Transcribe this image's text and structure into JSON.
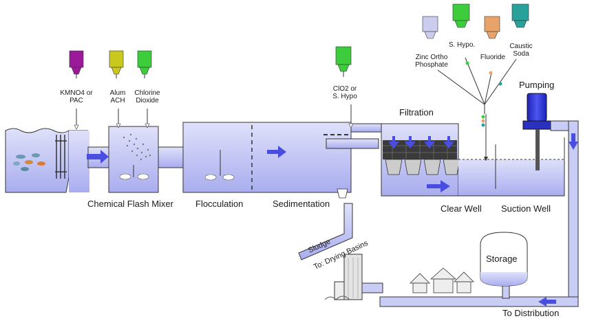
{
  "stages": {
    "flash_mixer": "Chemical Flash Mixer",
    "flocculation": "Flocculation",
    "sedimentation": "Sedimentation",
    "filtration": "Filtration",
    "clear_well": "Clear Well",
    "suction_well": "Suction Well",
    "pumping": "Pumping",
    "storage": "Storage",
    "to_distribution": "To Distribution",
    "sludge": "Sludge",
    "to_drying_basins": "To: Drying Basins"
  },
  "chemicals": [
    {
      "label": "KMNO4 or\nPAC",
      "color": "#9a1a9a"
    },
    {
      "label": "Alum\nACH",
      "color": "#c8c81e"
    },
    {
      "label": "Chlorine\nDioxide",
      "color": "#3ccc3c"
    },
    {
      "label": "ClO2 or\nS. Hypo",
      "color": "#3ccc3c"
    },
    {
      "label": "Zinc Ortho\nPhosphate",
      "color": "#ccccee"
    },
    {
      "label": "S. Hypo.",
      "color": "#3ccc3c"
    },
    {
      "label": "Fluoride",
      "color": "#e8a36a"
    },
    {
      "label": "Caustic\nSoda",
      "color": "#2aa09a"
    }
  ],
  "colors": {
    "water": "#c9ccf4",
    "water_deep": "#9ea3ea",
    "flow_arrow": "#4a4ee0",
    "pipe": "#c9ccf4",
    "outline": "#333333"
  }
}
